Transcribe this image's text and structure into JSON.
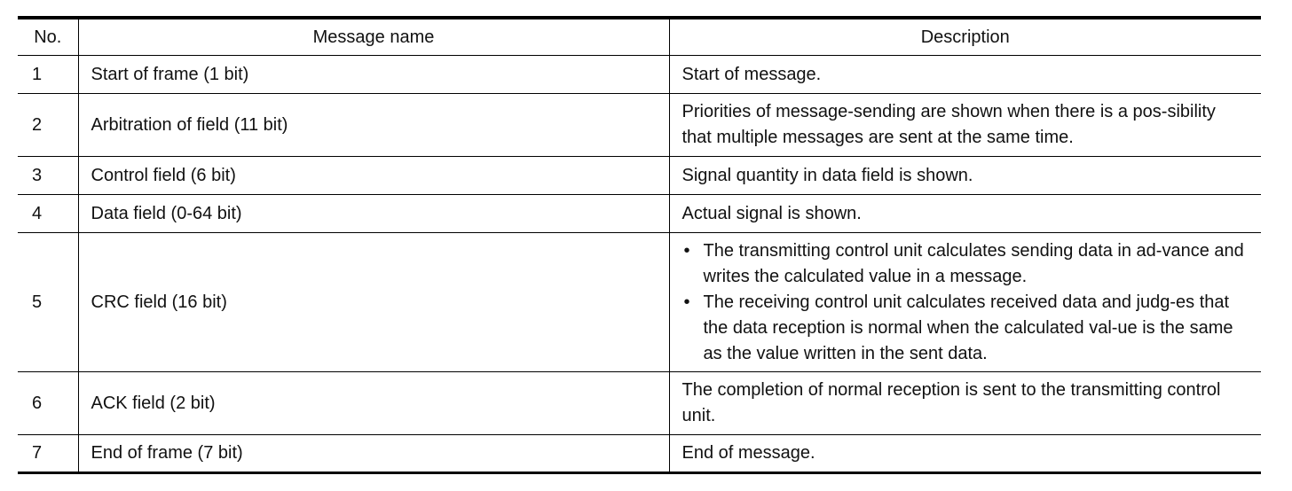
{
  "table": {
    "headers": [
      "No.",
      "Message name",
      "Description"
    ],
    "rows": [
      {
        "no": "1",
        "name": "Start of frame (1 bit)",
        "description": "Start of message."
      },
      {
        "no": "2",
        "name": "Arbitration of field (11 bit)",
        "description": "Priorities of message-sending are shown when there is a pos-sibility that multiple messages are sent at the same time."
      },
      {
        "no": "3",
        "name": "Control field (6 bit)",
        "description": "Signal quantity in data field is shown."
      },
      {
        "no": "4",
        "name": "Data field (0-64 bit)",
        "description": "Actual signal is shown."
      },
      {
        "no": "5",
        "name": "CRC field (16 bit)",
        "bullets": [
          "The transmitting control unit calculates sending data in ad-vance and writes the calculated value in a message.",
          "The receiving control unit calculates received data and judg-es that the data reception is normal when the calculated val-ue is the same as the value written in the sent data."
        ]
      },
      {
        "no": "6",
        "name": "ACK field (2 bit)",
        "description": "The completion of normal reception is sent to the transmitting control unit."
      },
      {
        "no": "7",
        "name": "End of frame (7 bit)",
        "description": "End of message."
      }
    ]
  }
}
